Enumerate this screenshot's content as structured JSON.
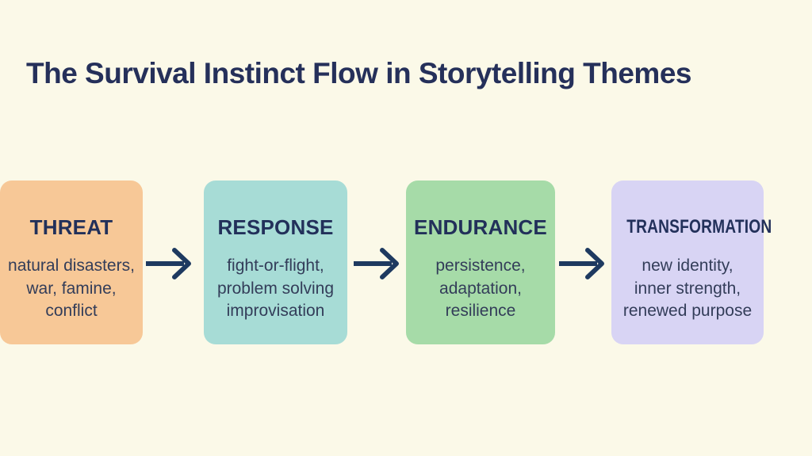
{
  "page": {
    "background_color": "#fbf9e8"
  },
  "title": {
    "text": "The Survival Instinct Flow in Storytelling Themes",
    "color": "#25305a"
  },
  "flow": {
    "arrow_color": "#1e3a60",
    "heading_color": "#22305a",
    "body_color": "#333d59",
    "stages": [
      {
        "title": "THREAT",
        "bg": "#f7c897",
        "lines": [
          "natural disasters,",
          "war, famine,",
          "conflict"
        ]
      },
      {
        "title": "RESPONSE",
        "bg": "#a7dcd6",
        "lines": [
          "fight-or-flight,",
          "problem solving",
          "improvisation"
        ]
      },
      {
        "title": "ENDURANCE",
        "bg": "#a6dba8",
        "lines": [
          "persistence,",
          "adaptation,",
          "resilience"
        ]
      },
      {
        "title": "TRANSFORMATION",
        "bg": "#d8d4f4",
        "lines": [
          "new identity,",
          "inner strength,",
          "renewed purpose"
        ]
      }
    ]
  }
}
